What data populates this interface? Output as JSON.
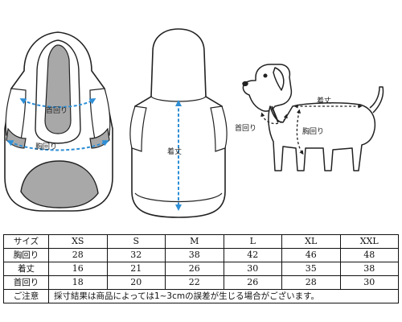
{
  "diagram": {
    "front_hoodie": {
      "neck_label": "首回り",
      "chest_label": "胸回り"
    },
    "back_hoodie": {
      "length_label": "着丈"
    },
    "dog": {
      "length_label": "着丈",
      "neck_label": "首回り",
      "chest_label": "胸回り"
    }
  },
  "size_table": {
    "size_header": "サイズ",
    "sizes": [
      "XS",
      "S",
      "M",
      "L",
      "XL",
      "XXL"
    ],
    "rows": [
      {
        "label": "胸回り",
        "values": [
          "28",
          "32",
          "38",
          "42",
          "46",
          "48"
        ]
      },
      {
        "label": "着丈",
        "values": [
          "16",
          "21",
          "26",
          "30",
          "35",
          "38"
        ]
      },
      {
        "label": "首回り",
        "values": [
          "18",
          "20",
          "22",
          "26",
          "28",
          "30"
        ]
      }
    ],
    "note_label": "ご注意",
    "note_text": "採寸結果は商品によっては1~3cmの誤差が生じる場合がございます。"
  },
  "colors": {
    "arrow": "#2f8fd6",
    "line": "#222222",
    "hood_inner": "#a8a8a8"
  }
}
